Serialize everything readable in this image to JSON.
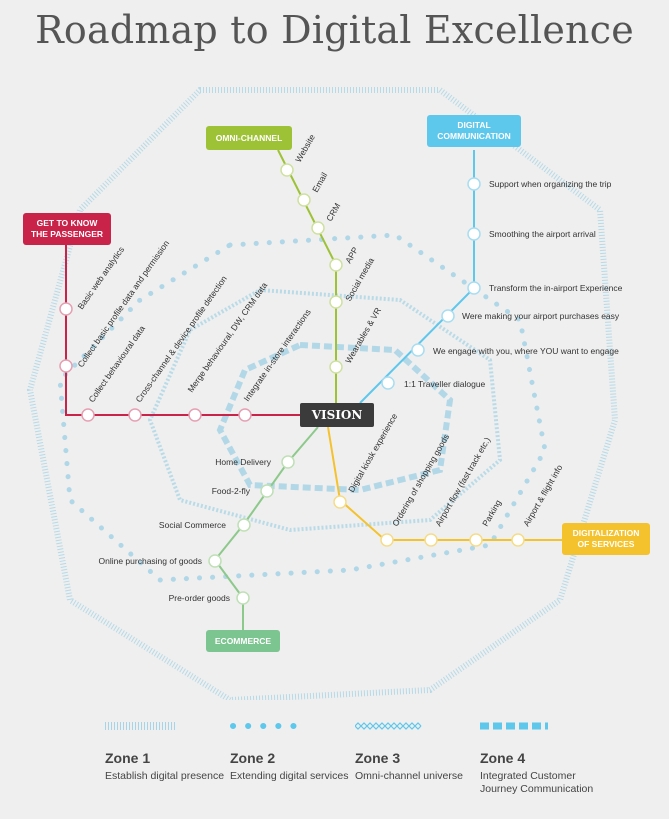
{
  "title": "Roadmap to Digital Excellence",
  "vision": "VISION",
  "colors": {
    "red": "#c9234a",
    "green": "#9ec236",
    "blue": "#5ec7ec",
    "yellow": "#f4c22d",
    "teal": "#6fbf8f",
    "zone": "#a7d4e6"
  },
  "lines": {
    "passenger": {
      "label": "GET TO KNOW\nTHE PASSENGER",
      "stations": [
        "Basic web analytics",
        "Collect basic profile data and permission",
        "Collect behavioural data",
        "Cross-channel & device profile detection",
        "Merge behavioural, DW, CRM data",
        "Integrate in-store interactions"
      ]
    },
    "omni": {
      "label": "OMNI-CHANNEL",
      "stations": [
        "Website",
        "Email",
        "CRM",
        "APP",
        "Social media",
        "Wearables & VR"
      ]
    },
    "comm": {
      "label": "DIGITAL\nCOMMUNICATION",
      "stations": [
        "Support when organizing the trip",
        "Smoothing the airport arrival",
        "Transform the in-airport Experience",
        "Were making your airport purchases easy",
        "We engage with you, where YOU want to engage",
        "1:1 Traveller dialogue"
      ]
    },
    "services": {
      "label": "DIGITALIZATION\nOF SERVICES",
      "stations": [
        "Digital kiosk experience",
        "Ordering of shopping goods",
        "Airport flow (fast track etc.)",
        "Parking",
        "Airport & flight info"
      ]
    },
    "ecommerce": {
      "label": "ECOMMERCE",
      "stations": [
        "Home Delivery",
        "Food-2-fly",
        "Social Commerce",
        "Online purchasing of goods",
        "Pre-order goods"
      ]
    }
  },
  "zones": [
    {
      "title": "Zone 1",
      "desc": "Establish digital presence"
    },
    {
      "title": "Zone 2",
      "desc": "Extending digital services"
    },
    {
      "title": "Zone 3",
      "desc": "Omni-channel universe"
    },
    {
      "title": "Zone 4",
      "desc": "Integrated Customer Journey Communication"
    }
  ]
}
